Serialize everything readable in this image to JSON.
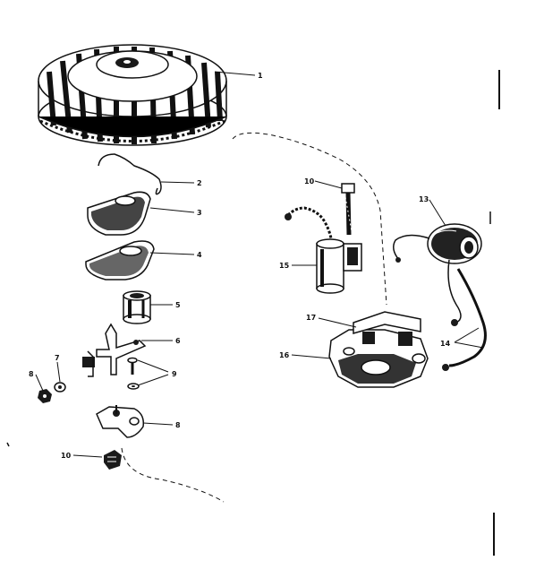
{
  "parts": [
    {
      "id": "flywheel",
      "number": "1"
    },
    {
      "id": "wire-clip",
      "number": "2"
    },
    {
      "id": "dust-cover",
      "number": "3"
    },
    {
      "id": "gasket",
      "number": "4"
    },
    {
      "id": "cam",
      "number": "5"
    },
    {
      "id": "breaker-arm",
      "number": "6"
    },
    {
      "id": "washer",
      "number": "7"
    },
    {
      "id": "nut",
      "number": "8"
    },
    {
      "id": "screw-and-washer",
      "number": "9"
    },
    {
      "id": "lower-clip",
      "number": "10"
    },
    {
      "id": "breaker-point",
      "number": "8"
    },
    {
      "id": "screw-upper",
      "number": "10"
    },
    {
      "id": "coil",
      "number": "13"
    },
    {
      "id": "leads",
      "number": "14"
    },
    {
      "id": "condenser",
      "number": "15"
    },
    {
      "id": "stator-plate",
      "number": "16"
    },
    {
      "id": "plate-arm",
      "number": "17"
    }
  ]
}
